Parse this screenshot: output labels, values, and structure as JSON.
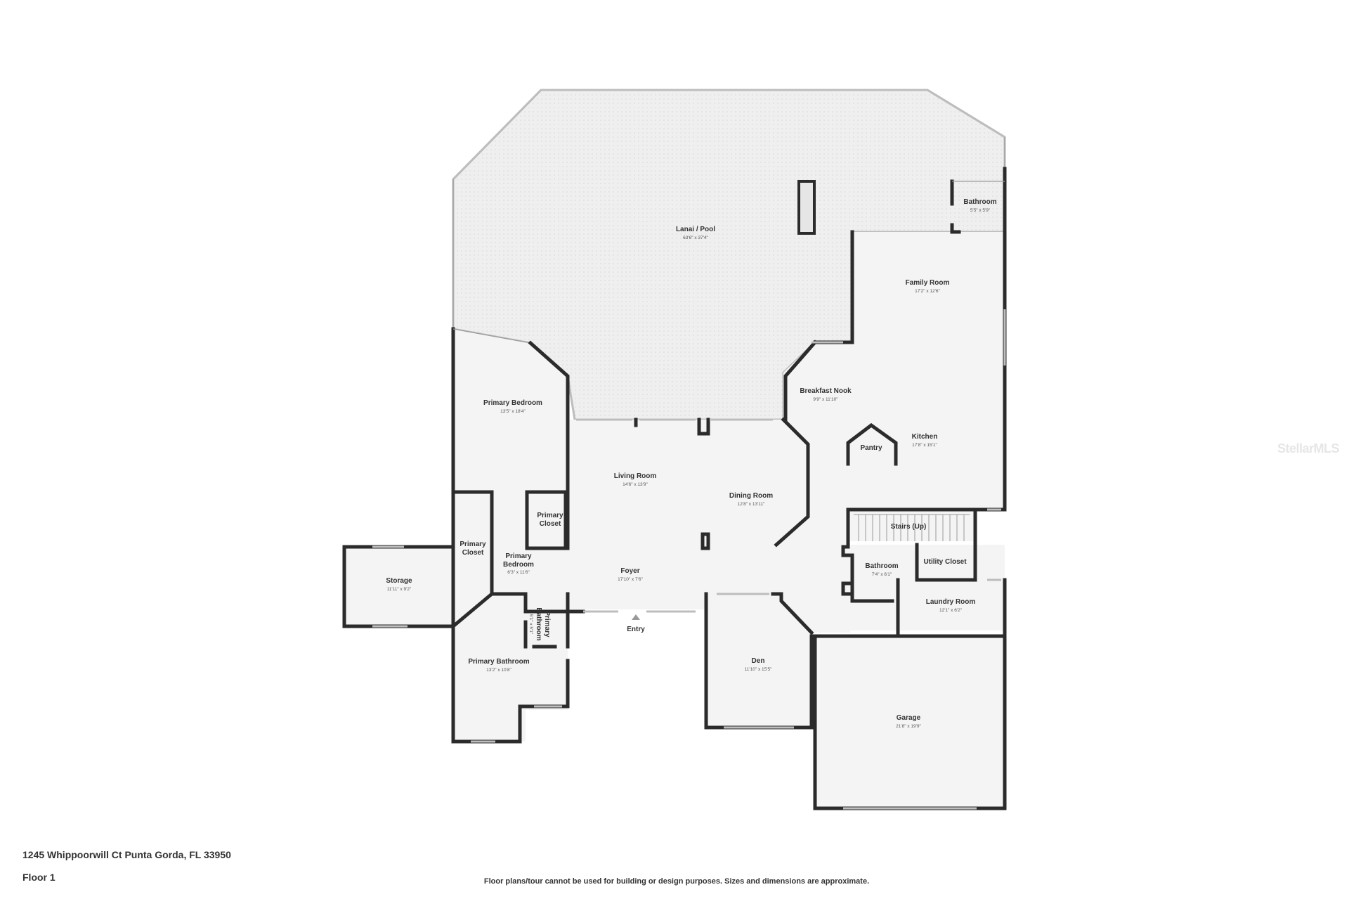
{
  "colors": {
    "wall": "#2b2b2b",
    "floor_fill": "#f4f4f4",
    "lanai_fill": "#eeeeee",
    "background": "#ffffff"
  },
  "rooms": {
    "lanai": {
      "name": "Lanai / Pool",
      "dim": "63'6\" x 37'4\""
    },
    "bath_top": {
      "name": "Bathroom",
      "dim": "5'5\" x 5'9\""
    },
    "family": {
      "name": "Family Room",
      "dim": "17'2\" x 12'6\""
    },
    "breakfast": {
      "name": "Breakfast Nook",
      "dim": "9'9\" x 11'10\""
    },
    "kitchen": {
      "name": "Kitchen",
      "dim": "17'8\" x 15'1\""
    },
    "pantry": {
      "name": "Pantry"
    },
    "primary_bed": {
      "name": "Primary Bedroom",
      "dim": "13'5\" x 18'4\""
    },
    "living": {
      "name": "Living Room",
      "dim": "14'6\" x 13'9\""
    },
    "dining": {
      "name": "Dining Room",
      "dim": "12'8\" x 13'11\""
    },
    "primary_closet_a": {
      "name_1": "Primary",
      "name_2": "Closet"
    },
    "primary_closet_b": {
      "name_1": "Primary",
      "name_2": "Closet"
    },
    "primary_bed_2": {
      "name_1": "Primary",
      "name_2": "Bedroom",
      "dim": "6'3\" x 11'6\""
    },
    "storage": {
      "name": "Storage",
      "dim": "11'11\" x 9'2\""
    },
    "foyer": {
      "name": "Foyer",
      "dim": "17'10\" x 7'6\""
    },
    "stairs": {
      "name": "Stairs (Up)"
    },
    "bath_mid": {
      "name": "Bathroom",
      "dim": "7'4\" x 6'1\""
    },
    "utility": {
      "name": "Utility Closet"
    },
    "laundry": {
      "name": "Laundry Room",
      "dim": "12'1\" x 6'2\""
    },
    "primary_bath_sm": {
      "name_1": "Primary",
      "name_2": "Bathroom",
      "dim": "5'1\" x 5'1\""
    },
    "entry": {
      "name": "Entry"
    },
    "primary_bath": {
      "name": "Primary Bathroom",
      "dim": "13'2\" x 10'8\""
    },
    "den": {
      "name": "Den",
      "dim": "11'10\" x 15'5\""
    },
    "garage": {
      "name": "Garage",
      "dim": "21'8\" x 19'9\""
    }
  },
  "footer": {
    "address": "1245 Whippoorwill Ct Punta Gorda, FL 33950",
    "floor": "Floor 1",
    "disclaimer": "Floor plans/tour cannot be used for building or design purposes. Sizes and dimensions are approximate."
  },
  "watermark": "StellarMLS"
}
